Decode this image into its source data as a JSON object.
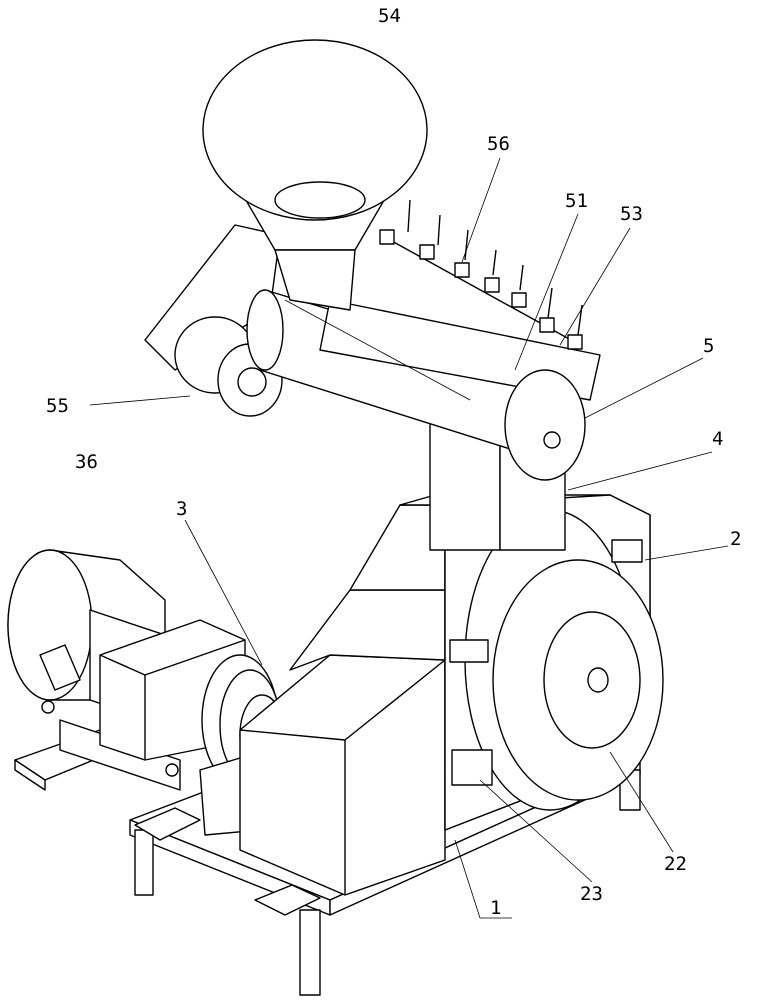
{
  "labels": {
    "hopper": "54",
    "nozzle": "56",
    "barrel": "51",
    "pipe": "53",
    "feeder_assembly": "5",
    "feeder_motor": "55",
    "main_motor": "36",
    "coupling": "3",
    "column": "4",
    "housing": "2",
    "die_disc": "22",
    "bracket": "23",
    "frame": "1"
  },
  "colors": {
    "line": "#000000",
    "background": "#ffffff"
  }
}
